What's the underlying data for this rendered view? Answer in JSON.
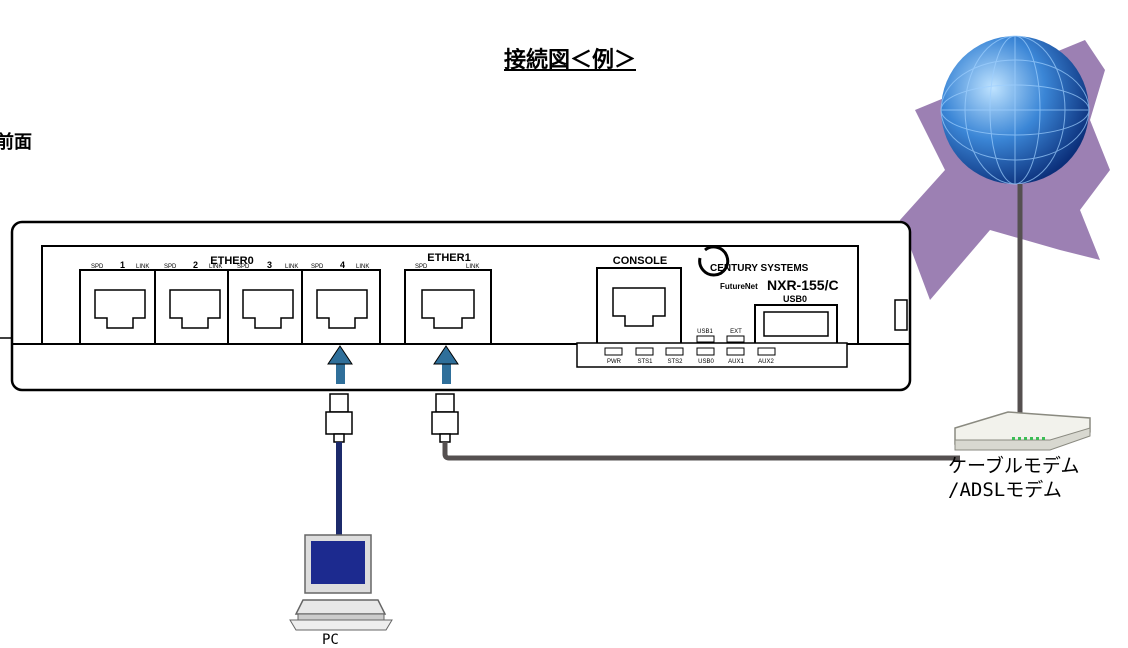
{
  "title": "接続図＜例＞",
  "front_label": "前面",
  "router": {
    "ether0_label": "ETHER0",
    "ether1_label": "ETHER1",
    "console_label": "CONSOLE",
    "brand": "CENTURY SYSTEMS",
    "model_prefix": "FutureNet",
    "model": "NXR-155/C",
    "usb0_label": "USB0",
    "port_numbers": [
      "1",
      "2",
      "3",
      "4"
    ],
    "spd": "SPD",
    "link": "LINK",
    "led_top": [
      "USB1",
      "EXT"
    ],
    "led_bottom": [
      "PWR",
      "STS1",
      "STS2",
      "USB0",
      "AUX1",
      "AUX2"
    ]
  },
  "modem_label_line1": "ケーブルモデム",
  "modem_label_line2": "/ADSLモデム",
  "pc_label": "PC",
  "colors": {
    "pc_cable": "#1c2a6b",
    "modem_cable": "#555050",
    "arrow": "#2f6f9a",
    "internet_banner": "#8b6aa6"
  }
}
